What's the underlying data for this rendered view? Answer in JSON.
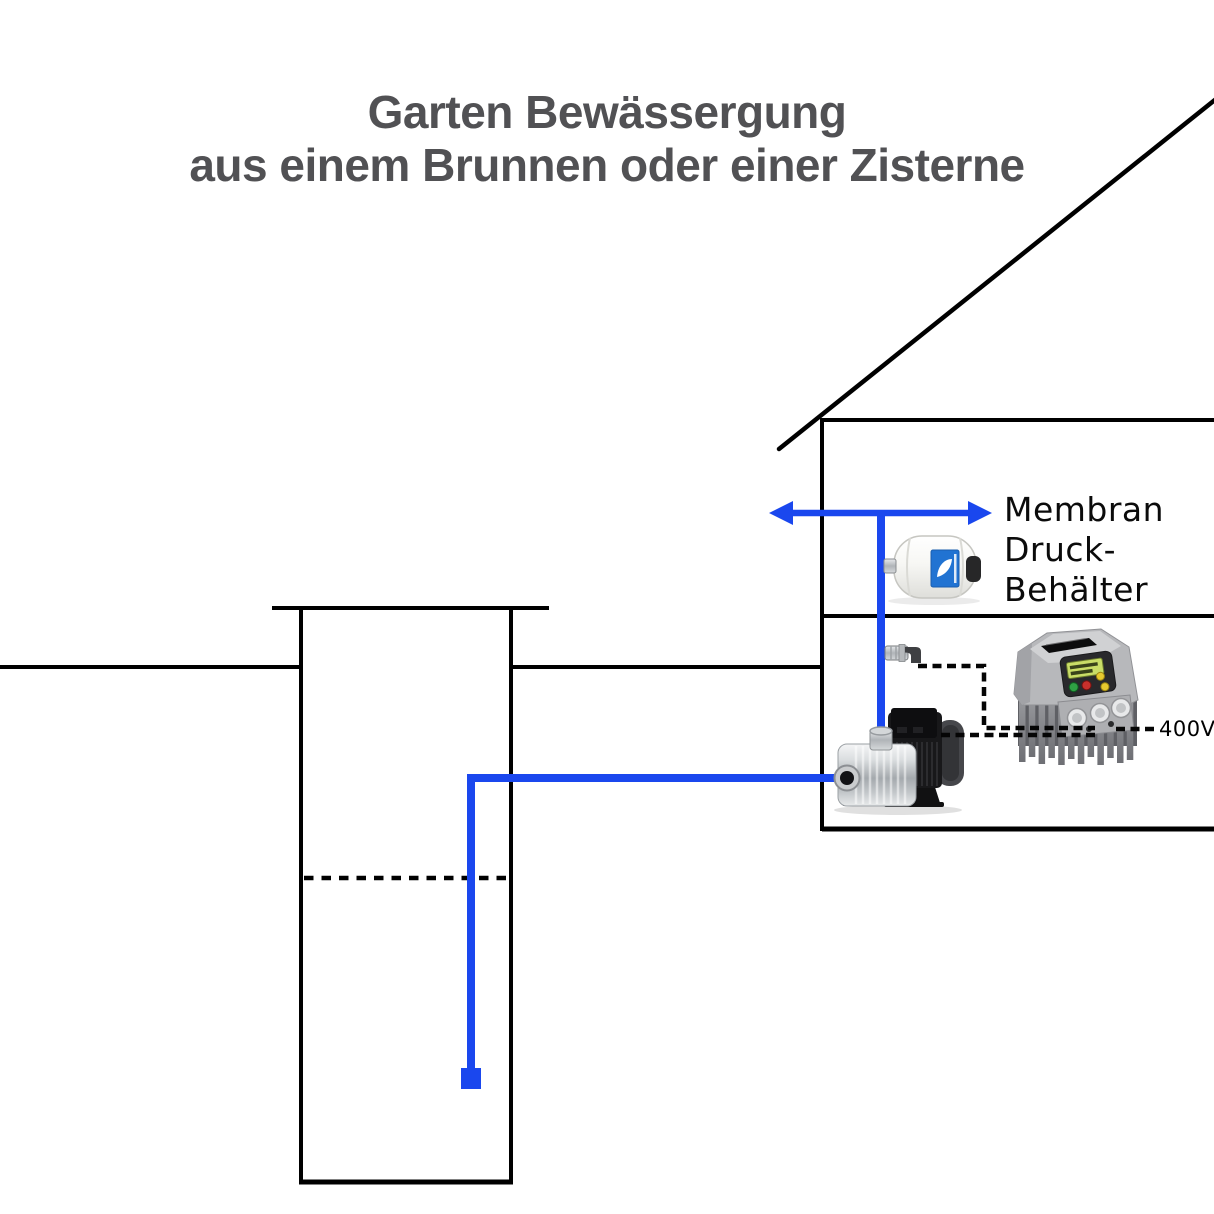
{
  "title": {
    "line1": "Garten Bewässergung",
    "line2": "aus einem Brunnen oder einer Zisterne"
  },
  "tank_label": {
    "line1": "Membran",
    "line2": "Druck-",
    "line3": "Behälter"
  },
  "power_label": "400V",
  "colors": {
    "pipe_blue": "#1a47ee",
    "line_black": "#000000",
    "title_grey": "#515154",
    "label_black": "#0b0b0b"
  },
  "figures": {
    "tank": "membrane-pressure-tank-photo",
    "pump": "multistage-centrifugal-pump-photo",
    "controller": "frequency-inverter-controller-photo",
    "sensor": "pressure-sensor-fitting-photo"
  }
}
